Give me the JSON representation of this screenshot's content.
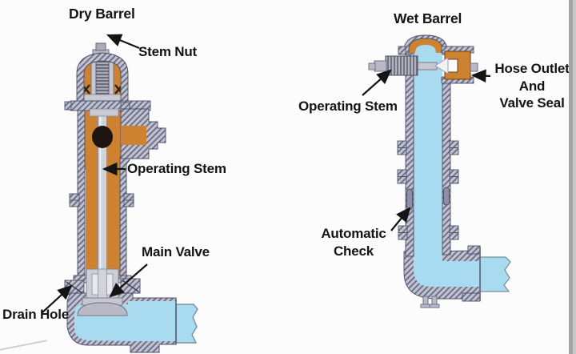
{
  "left_diagram": {
    "title": "Dry Barrel",
    "labels": {
      "stem_nut": "Stem Nut",
      "operating_stem": "Operating Stem",
      "main_valve": "Main Valve",
      "drain_hole": "Drain Hole"
    }
  },
  "right_diagram": {
    "title": "Wet Barrel",
    "labels": {
      "operating_stem": "Operating Stem",
      "hose_outlet_lines": [
        "Hose Outlet",
        "And",
        "Valve Seal"
      ],
      "automatic_check_lines": [
        "Automatic",
        "Check"
      ]
    }
  },
  "colors": {
    "body_orange": "#cc8230",
    "water_blue": "#a8daf0",
    "casing_fill": "#c0c2d2",
    "hatch_line": "#63657c",
    "label_text": "#141414"
  }
}
